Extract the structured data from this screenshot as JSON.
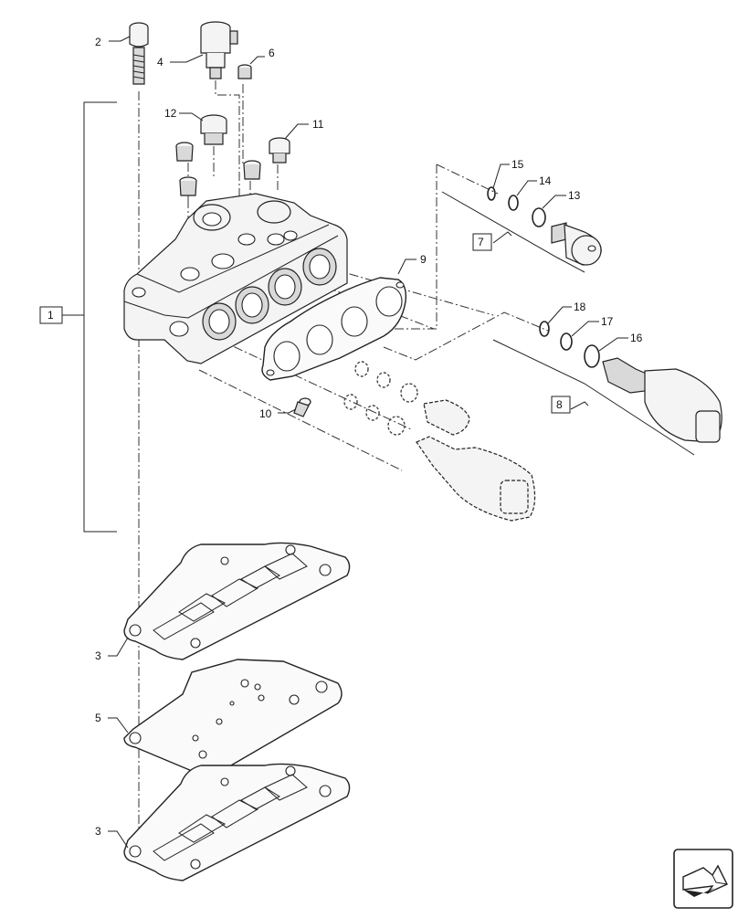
{
  "callouts": {
    "c1": "1",
    "c2": "2",
    "c3a": "3",
    "c3b": "3",
    "c4": "4",
    "c5": "5",
    "c6": "6",
    "c7": "7",
    "c8": "8",
    "c9": "9",
    "c10": "10",
    "c11": "11",
    "c12": "12",
    "c13": "13",
    "c14": "14",
    "c15": "15",
    "c16": "16",
    "c17": "17",
    "c18": "18"
  },
  "icons": {
    "nav": "navigation-arrow-icon"
  }
}
